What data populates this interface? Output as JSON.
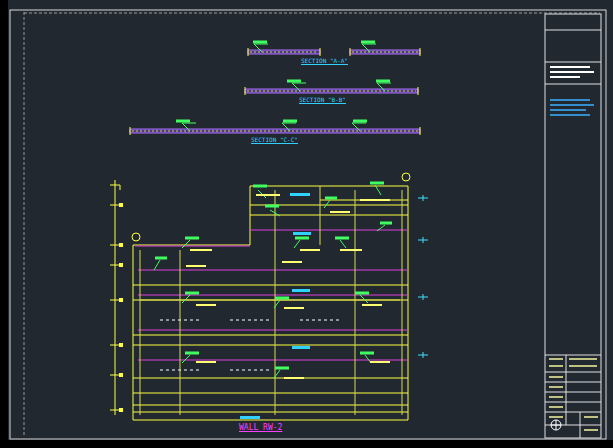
{
  "diagram": {
    "caption": "WALL RW-2",
    "labels": [
      "SECTION \"A-A\"",
      "SECTION \"B-B\"",
      "SECTION \"C-C\""
    ]
  }
}
